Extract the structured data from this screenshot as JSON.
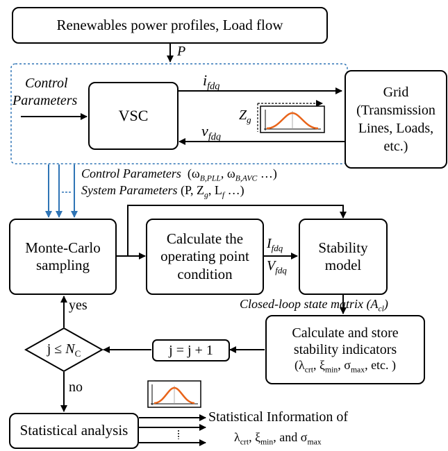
{
  "boxes": {
    "renewables": "Renewables power profiles, Load flow",
    "vsc": "VSC",
    "grid_line1": "Grid",
    "grid_line2": "(Transmission",
    "grid_line3": "Lines, Loads,",
    "grid_line4": "etc.)",
    "monte_line1": "Monte-Carlo",
    "monte_line2": "sampling",
    "calc_op_line1": "Calculate the",
    "calc_op_line2": "operating point",
    "calc_op_line3": "condition",
    "stab_model_line1": "Stability",
    "stab_model_line2": "model",
    "calc_store_line1": "Calculate and store",
    "calc_store_line2": "stability indicators",
    "calc_store_line3_pre": "(λ",
    "calc_store_line3_sub1": "crt",
    "calc_store_line3_mid1": ", ξ",
    "calc_store_line3_sub2": "min",
    "calc_store_line3_mid2": ", σ",
    "calc_store_line3_sub3": "max",
    "calc_store_line3_post": ", etc. )",
    "increment": "j = j + 1",
    "decision_pre": "j ≤ ",
    "decision_var": "N",
    "decision_sub": "C",
    "statistical": "Statistical analysis"
  },
  "labels": {
    "p": "P",
    "control_params_1": "Control",
    "control_params_2": "Parameters",
    "i_main": "i",
    "i_sub": "fdq",
    "v_main": "v",
    "v_sub": "fdq",
    "zg_main": "Z",
    "zg_sub": "g",
    "control_params_row": "Control Parameters",
    "cp_open": "(ω",
    "cp_sub1": "B,PLL",
    "cp_mid": ", ω",
    "cp_sub2": "B,AVC",
    "cp_close": " …)",
    "system_params_row": "System Parameters",
    "sp_open": "(P, Z",
    "sp_sub1": "g",
    "sp_mid": ", L",
    "sp_sub2": "f",
    "sp_close": " …)",
    "ifdq_main": "I",
    "ifdq_sub": "fdq",
    "vfdq_main": "V",
    "vfdq_sub": "fdq",
    "closed_loop": "Closed-loop state  matrix (A",
    "closed_loop_sub": "cl",
    "closed_loop_close": ")",
    "yes": "yes",
    "no": "no",
    "stat_info_1": "Statistical Information of",
    "stat_info_2_a": "λ",
    "stat_info_2_sub1": "crt",
    "stat_info_2_b": ", ξ",
    "stat_info_2_sub2": "min",
    "stat_info_2_c": ", and σ",
    "stat_info_2_sub3": "max"
  },
  "colors": {
    "blue_dotted": "#2e74b5",
    "blue_arrow": "#2e74b5",
    "gauss_curve": "#e8641a"
  },
  "icons": [
    "gaussian-plot-icon",
    "vertical-ellipsis-icon",
    "dashed-ellipsis-icon"
  ]
}
